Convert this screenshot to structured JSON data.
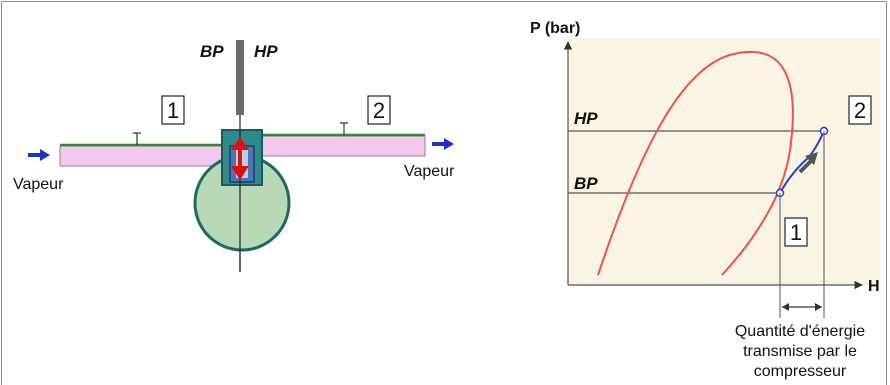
{
  "left_diagram": {
    "bp_label": "BP",
    "hp_label": "HP",
    "box_1": "1",
    "box_2": "2",
    "inlet_label": "Vapeur",
    "outlet_label": "Vapeur"
  },
  "right_diagram": {
    "y_axis_label": "P (bar)",
    "x_axis_label": "H",
    "hp_label": "HP",
    "bp_label": "BP",
    "box_1": "1",
    "box_2": "2",
    "caption_line1": "Quantité d'énergie",
    "caption_line2": "transmise par le",
    "caption_line3": "compresseur"
  },
  "colors": {
    "pipe_fill": "#f3c8ea",
    "pipe_green": "#2e8b2e",
    "body_fill": "#b8d8b8",
    "body_stroke": "#1f6a5a",
    "flow_arrow": "#1e2fd0",
    "piston_arrow": "#e01010",
    "curve": "#f05050",
    "compression": "#2b3fbf",
    "chart_bg": "#faf4e4"
  }
}
